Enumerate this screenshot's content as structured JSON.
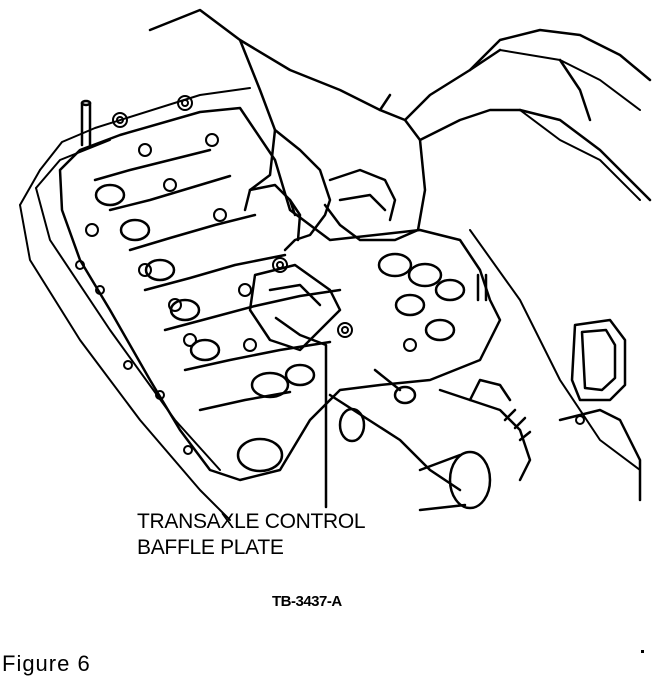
{
  "callout": {
    "line1": "TRANSAXLE CONTROL",
    "line2": "BAFFLE PLATE"
  },
  "drawing_number": "TB-3437-A",
  "caption": "Figure 6",
  "colors": {
    "ink": "#000000",
    "paper": "#ffffff"
  }
}
